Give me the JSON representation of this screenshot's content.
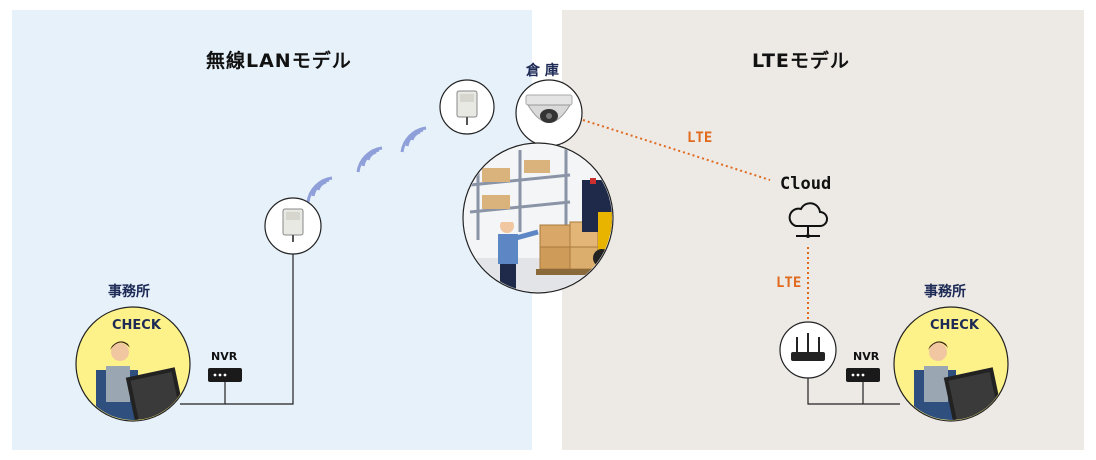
{
  "left_panel": {
    "title": "無線LANモデル",
    "office_label": "事務所",
    "check_text": "CHECK",
    "nvr_label": "NVR"
  },
  "right_panel": {
    "title": "LTEモデル",
    "office_label": "事務所",
    "check_text": "CHECK",
    "nvr_label": "NVR",
    "cloud_label": "Cloud",
    "lte_label_top": "LTE",
    "lte_label_bottom": "LTE"
  },
  "warehouse_label": "倉 庫",
  "colors": {
    "left_bg": "#e6f1fa",
    "right_bg": "#ede9e5",
    "accent_lte": "#e06a1e",
    "check_circle": "#fdf28a",
    "wifi_waves": "#8f9fd9"
  }
}
